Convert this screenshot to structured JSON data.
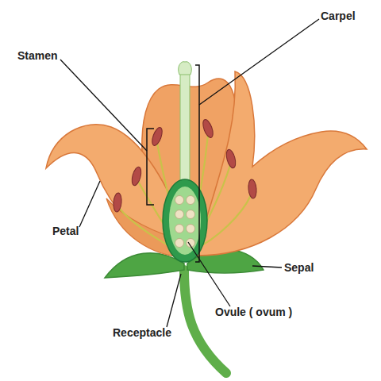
{
  "diagram": {
    "labels": [
      "Carpel",
      "Stamen",
      "Petal",
      "Sepal",
      "Ovule ( ovum )",
      "Receptacle"
    ]
  }
}
